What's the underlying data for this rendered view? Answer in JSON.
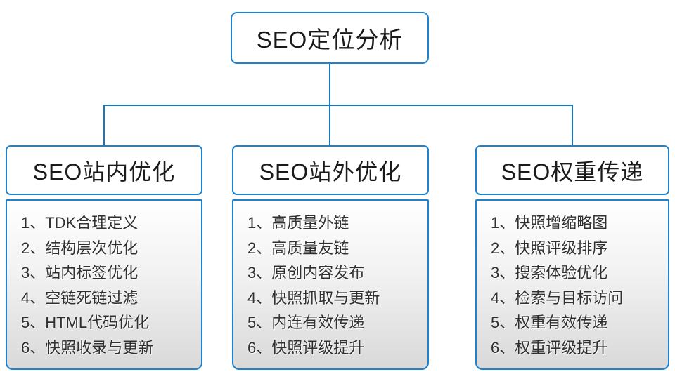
{
  "root": {
    "label": "SEO定位分析"
  },
  "columns": [
    {
      "title": "SEO站内优化",
      "items": [
        "1、TDK合理定义",
        "2、结构层次优化",
        "3、站内标签优化",
        "4、空链死链过滤",
        "5、HTML代码优化",
        "6、快照收录与更新"
      ]
    },
    {
      "title": "SEO站外优化",
      "items": [
        "1、高质量外链",
        "2、高质量友链",
        "3、原创内容发布",
        "4、快照抓取与更新",
        "5、内连有效传递",
        "6、快照评级提升"
      ]
    },
    {
      "title": "SEO权重传递",
      "items": [
        "1、快照增缩略图",
        "2、快照评级排序",
        "3、搜索体验优化",
        "4、检索与目标访问",
        "5、权重有效传递",
        "6、权重评级提升"
      ]
    }
  ],
  "colors": {
    "connector": "#1778c0",
    "box_border": "#1f82ce",
    "panel_gradient_top": "#ffffff",
    "panel_gradient_bottom": "#d9d9d9",
    "heading_text": "#1a1a1a",
    "item_text": "#303030"
  }
}
